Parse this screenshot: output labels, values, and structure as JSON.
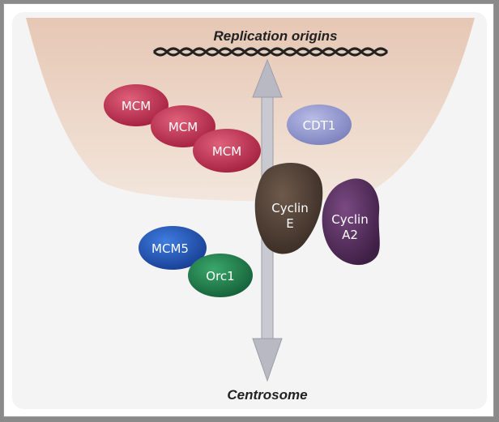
{
  "labels": {
    "top": "Replication origins",
    "bottom": "Centrosome"
  },
  "proteins": {
    "mcm_1": "MCM",
    "mcm_2": "MCM",
    "mcm_3": "MCM",
    "cdt1": "CDT1",
    "cyclin_e_line1": "Cyclin",
    "cyclin_e_line2": "E",
    "cyclin_a2_line1": "Cyclin",
    "cyclin_a2_line2": "A2",
    "mcm5": "MCM5",
    "orc1": "Orc1"
  },
  "colors": {
    "nucleus_region": "#e9cfbf",
    "mcm": "#b52a4a",
    "cdt1": "#8a8fc6",
    "cyclin_e": "#4a3a30",
    "cyclin_a2": "#4e2a55",
    "mcm5": "#1f4aa8",
    "orc1": "#1f7a4a",
    "arrow": "#b9b9c4"
  },
  "icons": {
    "dna": "dna-double-helix-icon"
  }
}
